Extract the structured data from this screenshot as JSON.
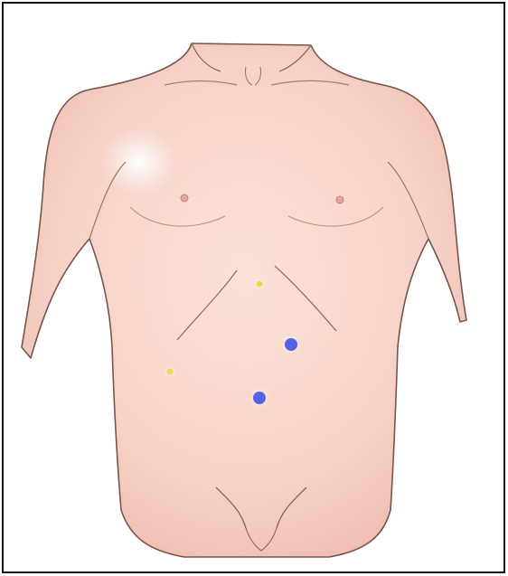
{
  "figure": {
    "subject": "anterior-torso-illustration",
    "colors": {
      "skin": "#f8d6cc",
      "skin_shadow": "#eab4a8",
      "outline": "#6e4a44",
      "port_yellow": "#e8dc52",
      "port_blue": "#5561e8",
      "frame_border": "#111111"
    },
    "port_sites": [
      {
        "name": "upper-midline-port",
        "color": "yellow"
      },
      {
        "name": "right-upper-quadrant-port",
        "color": "blue"
      },
      {
        "name": "right-lateral-port",
        "color": "yellow"
      },
      {
        "name": "umbilical-port",
        "color": "blue"
      }
    ]
  }
}
